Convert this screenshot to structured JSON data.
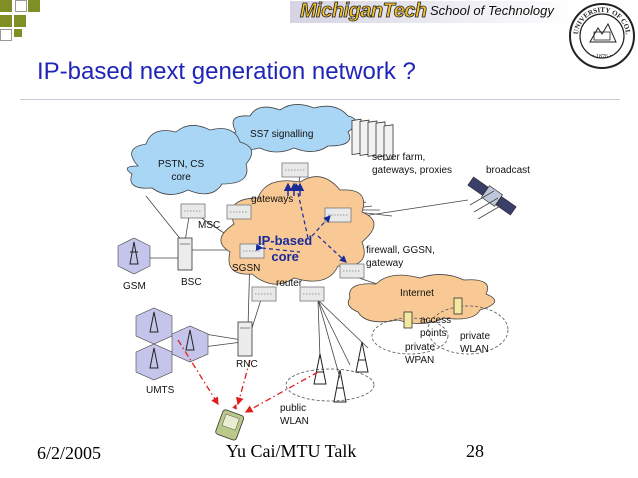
{
  "header": {
    "logo_text": "MichiganTech",
    "school": "School of Technology",
    "seal": "University of Colorado 1876"
  },
  "title": "IP-based next generation network ?",
  "diagram": {
    "ss7": "SS7 signalling",
    "pstn": "PSTN, CS\ncore",
    "server_farm": "server farm,\ngateways, proxies",
    "broadcast": "broadcast",
    "gateways": "gateways",
    "msc": "MSC",
    "ip_core": "IP-based\ncore",
    "sgsn": "SGSN",
    "firewall": "firewall, GGSN,\ngateway",
    "gsm": "GSM",
    "bsc": "BSC",
    "router": "router",
    "internet": "Internet",
    "access_points": "access\npoints",
    "private_wlan": "private\nWLAN",
    "private_wpan": "private\nWPAN",
    "rnc": "RNC",
    "umts": "UMTS",
    "public_wlan": "public\nWLAN"
  },
  "colors": {
    "title": "#1f25b8",
    "cloud_blue": "#a9d6f5",
    "cloud_orange": "#f8c994",
    "deco": "#7f8f26",
    "cell": "#c5c5ec",
    "link_red": "#e01e1e"
  },
  "footer": {
    "date": "6/2/2005",
    "talk": "Yu Cai/MTU Talk",
    "page": "28"
  }
}
